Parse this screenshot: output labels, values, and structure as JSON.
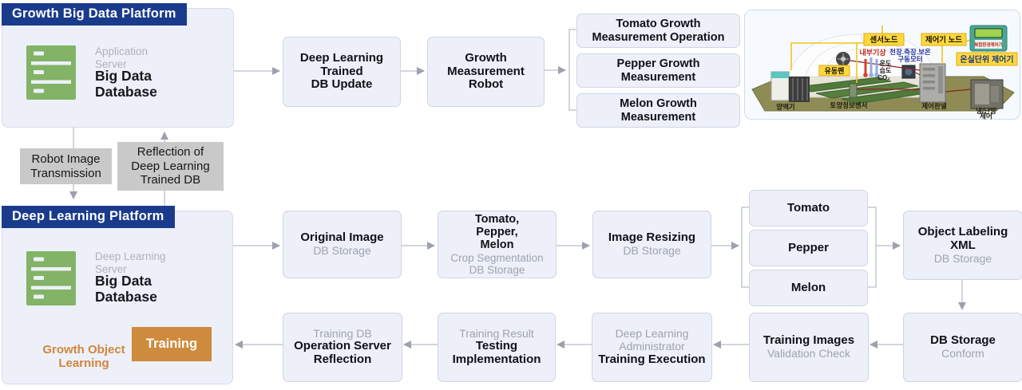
{
  "platforms": {
    "big_data": {
      "header": "Growth Big Data Platform",
      "server_sub": "Application\nServer",
      "server_title": "Big Data\nDatabase"
    },
    "deep_learning": {
      "header": "Deep Learning Platform",
      "server_sub": "Deep Learning\nServer",
      "server_title": "Big Data\nDatabase",
      "training_label": "Training",
      "growth_object_label": "Growth Object\nLearning"
    }
  },
  "top_flow": {
    "trained_db_update": "Deep Learning\nTrained\nDB Update",
    "growth_robot": "Growth\nMeasurement\nRobot",
    "tomato_operation": "Tomato Growth\nMeasurement Operation",
    "pepper_measurement": "Pepper Growth\nMeasurement",
    "melon_measurement": "Melon Growth\nMeasurement"
  },
  "transfer": {
    "robot_image": "Robot Image\nTransmission",
    "reflection": "Reflection of\nDeep Learning\nTrained DB"
  },
  "bottom_flow": {
    "original_image": {
      "strong": "Original Image",
      "sub": "DB Storage"
    },
    "crop_seg": {
      "strong": "Tomato,\nPepper,\nMelon",
      "sub": "Crop Segmentation\nDB Storage"
    },
    "image_resizing": {
      "strong": "Image Resizing",
      "sub": "DB Storage"
    },
    "crops": {
      "tomato": "Tomato",
      "pepper": "Pepper",
      "melon": "Melon"
    },
    "object_labeling": {
      "strong": "Object Labeling\nXML",
      "sub": "DB Storage"
    },
    "db_conform": {
      "strong": "DB Storage",
      "sub": "Conform"
    },
    "training_images": {
      "strong": "Training Images",
      "sub": "Validation Check"
    },
    "training_execution": {
      "sub": "Deep Learning\nAdministrator",
      "strong": "Training Execution"
    },
    "testing": {
      "sub": "Training Result",
      "strong": "Testing\nImplementation"
    },
    "training_db": {
      "sub": "Training DB",
      "strong": "Operation Server\nReflection"
    }
  },
  "greenhouse": {
    "sensor_node": "센서노드",
    "controller_node": "제어기 노드",
    "fan": "유동팬",
    "internal_weather": "내부기상",
    "motor_line1": "천장.측장.보온",
    "motor_line2": "구동모터",
    "temp": "온도",
    "humidity": "습도",
    "co2": "CO₂",
    "unit_controller": "온실단위 제어기",
    "device_caption": "복합환경제어기",
    "nutrient": "양액기",
    "soil_sensor": "토양정보센서",
    "control_panel": "제어판넬",
    "hvac_line1": "냉/난방",
    "hvac_line2": "제어"
  },
  "colors": {
    "navy": "#1A3A8C",
    "server_green": "#82B366",
    "training_orange": "#CE8A3D",
    "teal_arrow": "#4E6468",
    "node_fill": "#EDF0F8",
    "gray_label": "#C9C9C9"
  }
}
